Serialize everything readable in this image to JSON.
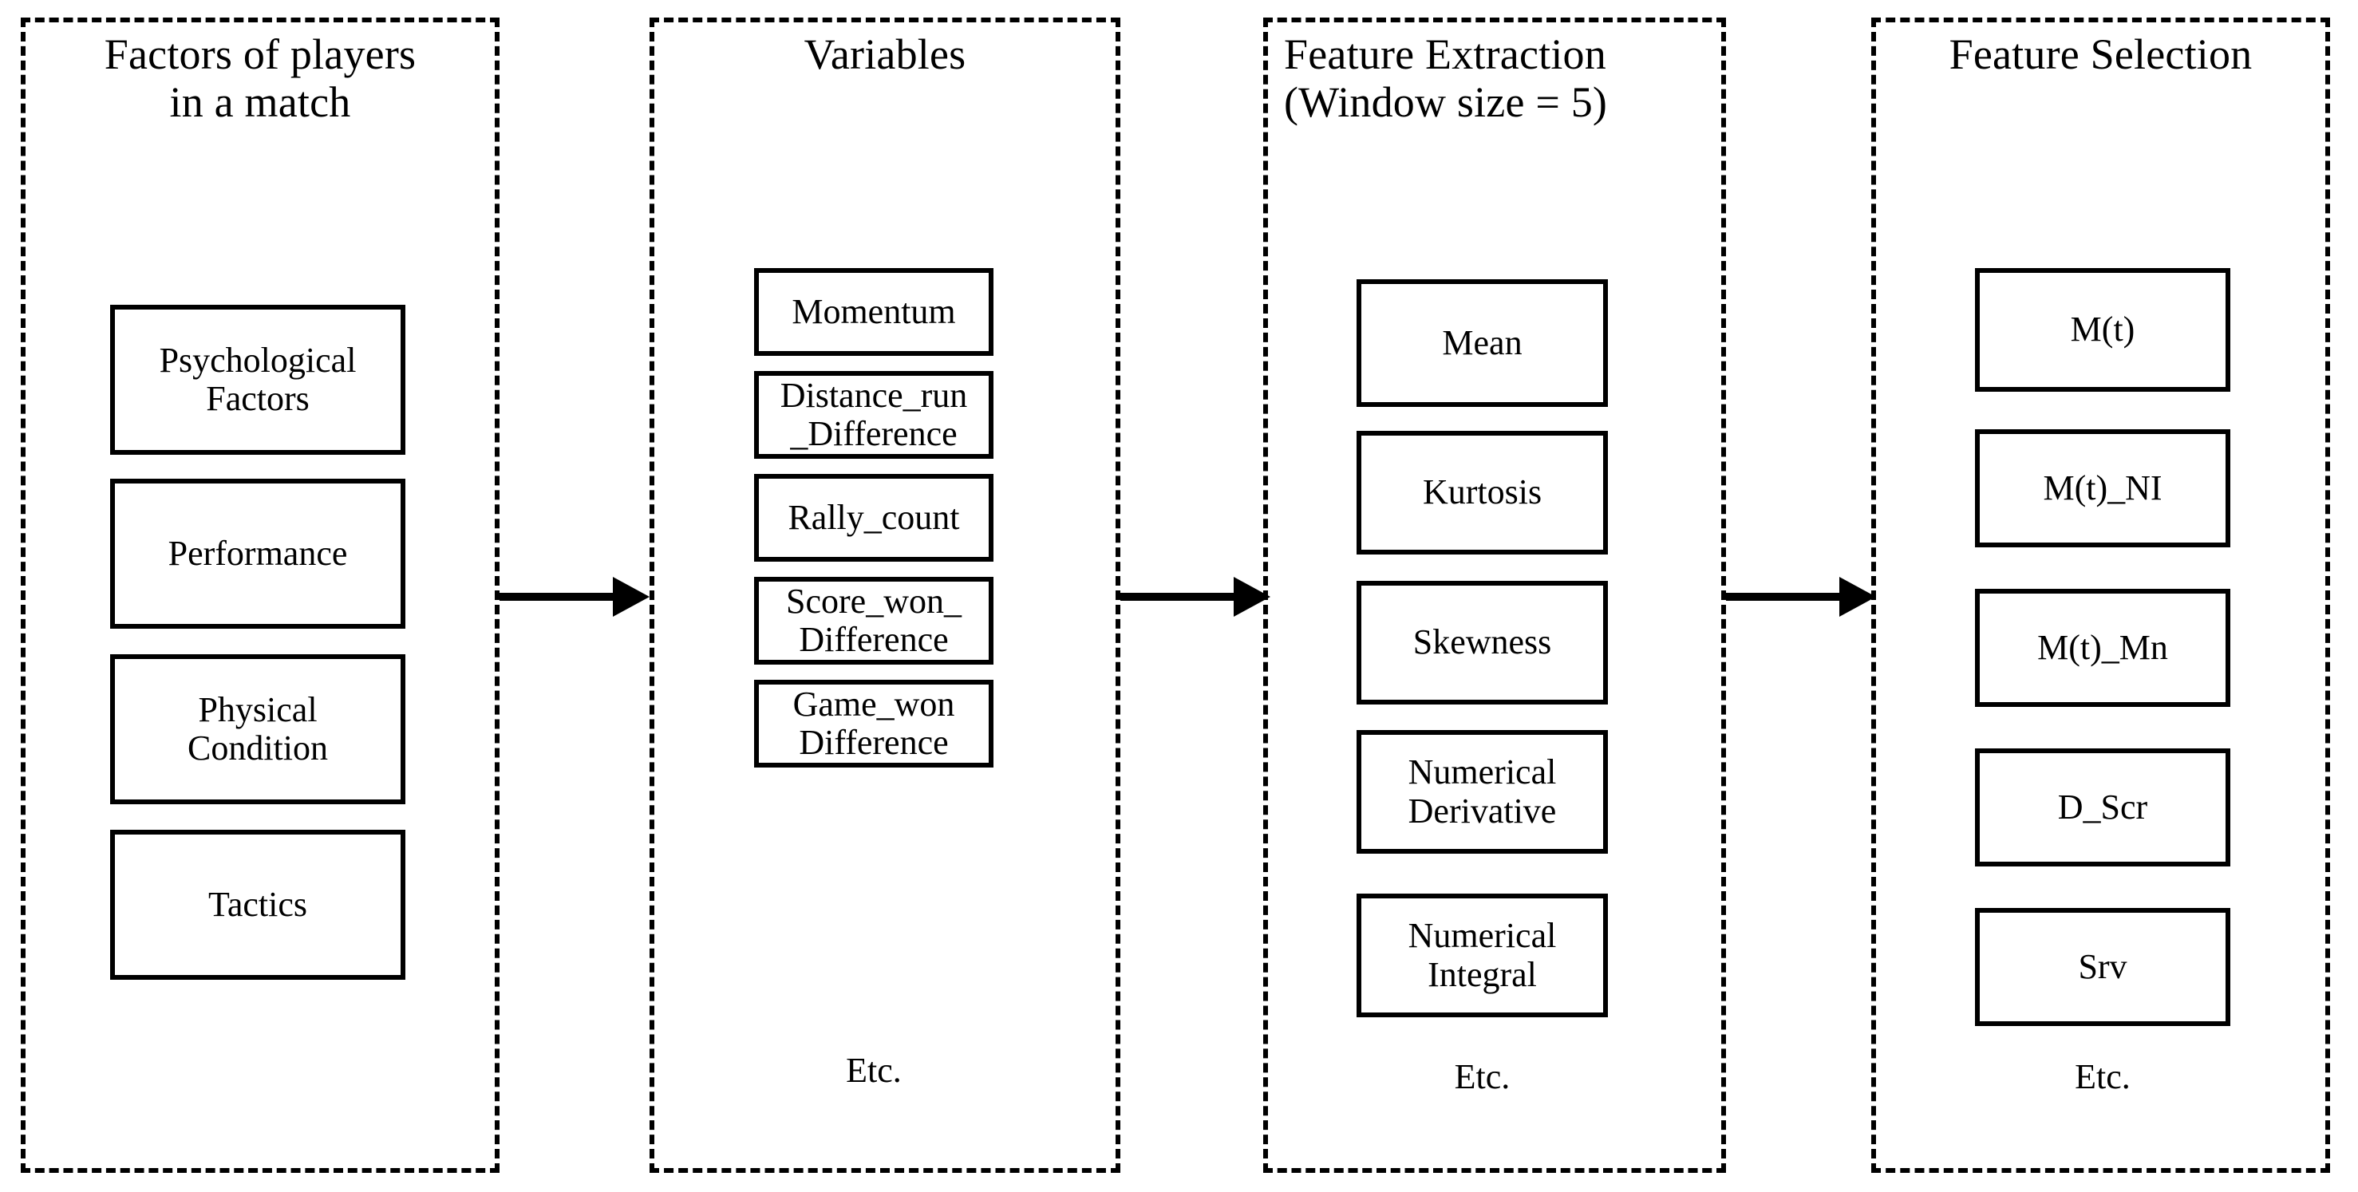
{
  "diagram": {
    "title": "Feature pipeline flowchart",
    "background_color": "#ffffff",
    "line_color": "#000000"
  },
  "stages": [
    {
      "id": "factors",
      "title": "Factors of players\nin a match",
      "title_align": "center",
      "items": [
        {
          "label": "Psychological\nFactors"
        },
        {
          "label": "Performance"
        },
        {
          "label": "Physical\nCondition"
        },
        {
          "label": "Tactics"
        }
      ],
      "etc": ""
    },
    {
      "id": "variables",
      "title": "Variables",
      "title_align": "center",
      "items": [
        {
          "label": "Momentum"
        },
        {
          "label": "Distance_run\n_Difference"
        },
        {
          "label": "Rally_count"
        },
        {
          "label": "Score_won_\nDifference"
        },
        {
          "label": "Game_won\nDifference"
        }
      ],
      "etc": "Etc."
    },
    {
      "id": "feature-extraction",
      "title": "Feature Extraction\n(Window size = 5)",
      "title_align": "left",
      "items": [
        {
          "label": "Mean"
        },
        {
          "label": "Kurtosis"
        },
        {
          "label": "Skewness"
        },
        {
          "label": "Numerical\nDerivative"
        },
        {
          "label": "Numerical\nIntegral"
        }
      ],
      "etc": "Etc."
    },
    {
      "id": "feature-selection",
      "title": "Feature Selection",
      "title_align": "center",
      "items": [
        {
          "label": "M(t)"
        },
        {
          "label": "M(t)_NI"
        },
        {
          "label": "M(t)_Mn"
        },
        {
          "label": "D_Scr"
        },
        {
          "label": "Srv"
        }
      ],
      "etc": "Etc."
    }
  ],
  "connectors": [
    {
      "id": "arrow-factors-to-variables",
      "from": "factors",
      "to": "variables"
    },
    {
      "id": "arrow-variables-to-extraction",
      "from": "variables",
      "to": "feature-extraction"
    },
    {
      "id": "arrow-extraction-to-selection",
      "from": "feature-extraction",
      "to": "feature-selection"
    }
  ]
}
